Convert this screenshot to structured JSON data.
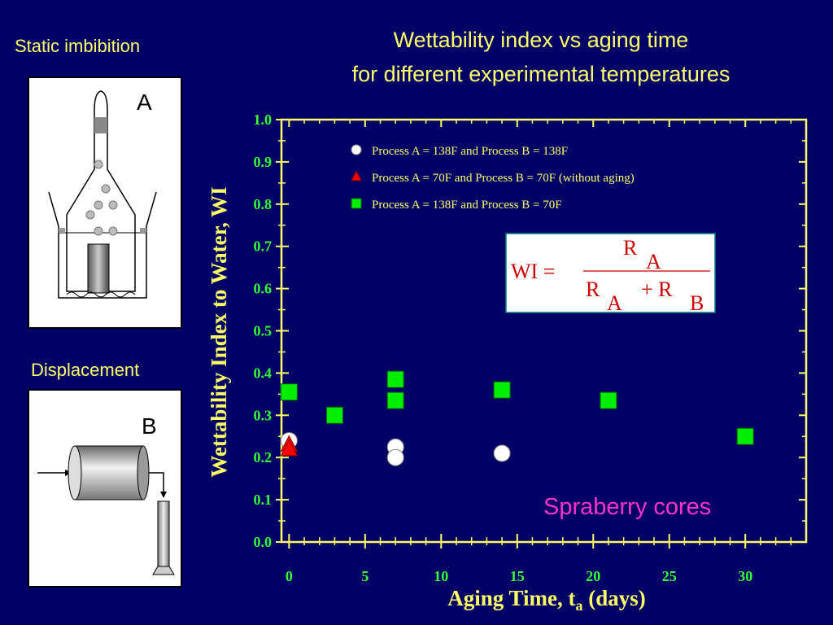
{
  "left_labels": {
    "static": "Static imbibition",
    "panel_a": "A",
    "displacement": "Displacement",
    "panel_b": "B"
  },
  "colors": {
    "background": "#000066",
    "title": "#ffff66",
    "axis": "#ffff66",
    "tick_labels": "#33ff33",
    "annotation": "#ff33cc",
    "formula_box": "#008080"
  },
  "annotation": "Spraberry cores",
  "formula": {
    "lhs": "WI =",
    "num": "R",
    "num_sub": "A",
    "den_1": "R",
    "den_1_sub": "A",
    "plus": "+ R",
    "den_2_sub": "B"
  },
  "chart_data": {
    "type": "scatter",
    "title": [
      "Wettability index vs aging time",
      "for different experimental temperatures"
    ],
    "xlabel": "Aging Time, t",
    "xlabel_sub": "a",
    "xlabel_suffix": " (days)",
    "ylabel": "Wettability Index to Water, WI",
    "xlim": [
      -0.5,
      34
    ],
    "ylim": [
      0,
      1.0
    ],
    "xticks": [
      0,
      5,
      10,
      15,
      20,
      25,
      30
    ],
    "yticks": [
      0.0,
      0.1,
      0.2,
      0.3,
      0.4,
      0.5,
      0.6,
      0.7,
      0.8,
      0.9,
      1.0
    ],
    "grid": false,
    "legend_position": "top",
    "series": [
      {
        "name": "Process A = 138F and Process B = 138F",
        "marker": "circle",
        "color": "#ffffff",
        "points": [
          [
            0,
            0.24
          ],
          [
            7,
            0.225
          ],
          [
            7,
            0.2
          ],
          [
            14,
            0.21
          ]
        ]
      },
      {
        "name": "Process A = 70F and Process B = 70F (without aging)",
        "marker": "triangle",
        "color": "#ff0000",
        "points": [
          [
            0,
            0.23
          ],
          [
            0,
            0.22
          ]
        ]
      },
      {
        "name": "Process A = 138F and Process B = 70F",
        "marker": "square",
        "color": "#00ee00",
        "points": [
          [
            0,
            0.355
          ],
          [
            3,
            0.3
          ],
          [
            7,
            0.385
          ],
          [
            7,
            0.335
          ],
          [
            14,
            0.36
          ],
          [
            21,
            0.335
          ],
          [
            30,
            0.25
          ]
        ]
      }
    ]
  }
}
